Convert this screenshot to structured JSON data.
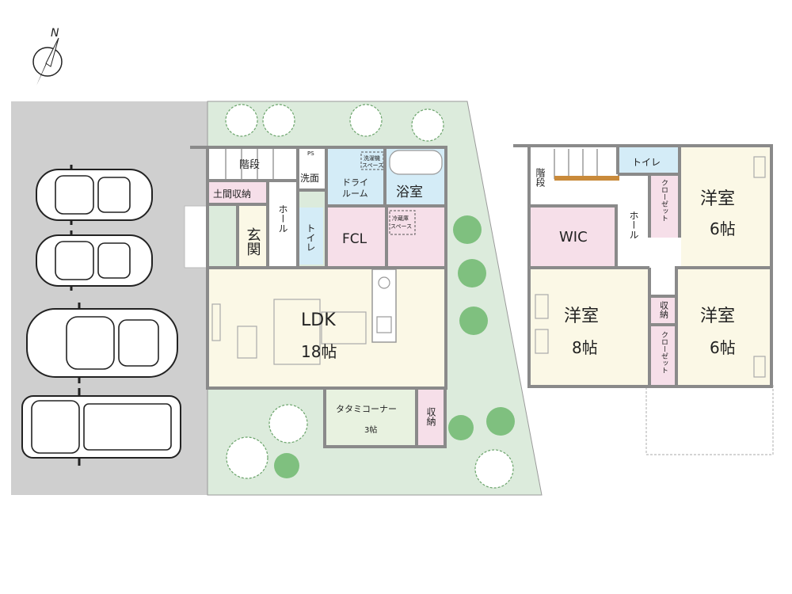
{
  "compass": {
    "label": "N"
  },
  "colors": {
    "parking": "#cfcfcf",
    "garden": "#dcebdc",
    "room_cream": "#fbf8e6",
    "room_pink": "#f6dfe9",
    "room_blue": "#d4ecf7",
    "wall": "#8a8a8a",
    "tree": "#7fc07f"
  },
  "floor1": {
    "stairs": "階段",
    "storage_doma": "土間収納",
    "entrance": "玄関",
    "hall": "ホール",
    "washroom": "洗面",
    "dry_room_line1": "ドライ",
    "dry_room_line2": "ルーム",
    "washer_space_line1": "洗濯機",
    "washer_space_line2": "スペース",
    "bath": "浴室",
    "toilet": "トイレ",
    "fcl": "FCL",
    "fridge_space_line1": "冷蔵庫",
    "fridge_space_line2": "スペース",
    "ldk": "LDK",
    "ldk_size": "18帖",
    "tatami": "タタミコーナー",
    "tatami_size": "3帖",
    "storage": "収納",
    "ps": "PS"
  },
  "floor2": {
    "stairs": "階段",
    "toilet": "トイレ",
    "closet_1": "クローゼット",
    "room_ne": "洋室",
    "room_ne_size": "6帖",
    "wic": "WIC",
    "hall": "ホール",
    "room_main": "洋室",
    "room_main_size": "8帖",
    "storage": "収納",
    "closet_2": "クローゼット",
    "room_se": "洋室",
    "room_se_size": "6帖"
  }
}
